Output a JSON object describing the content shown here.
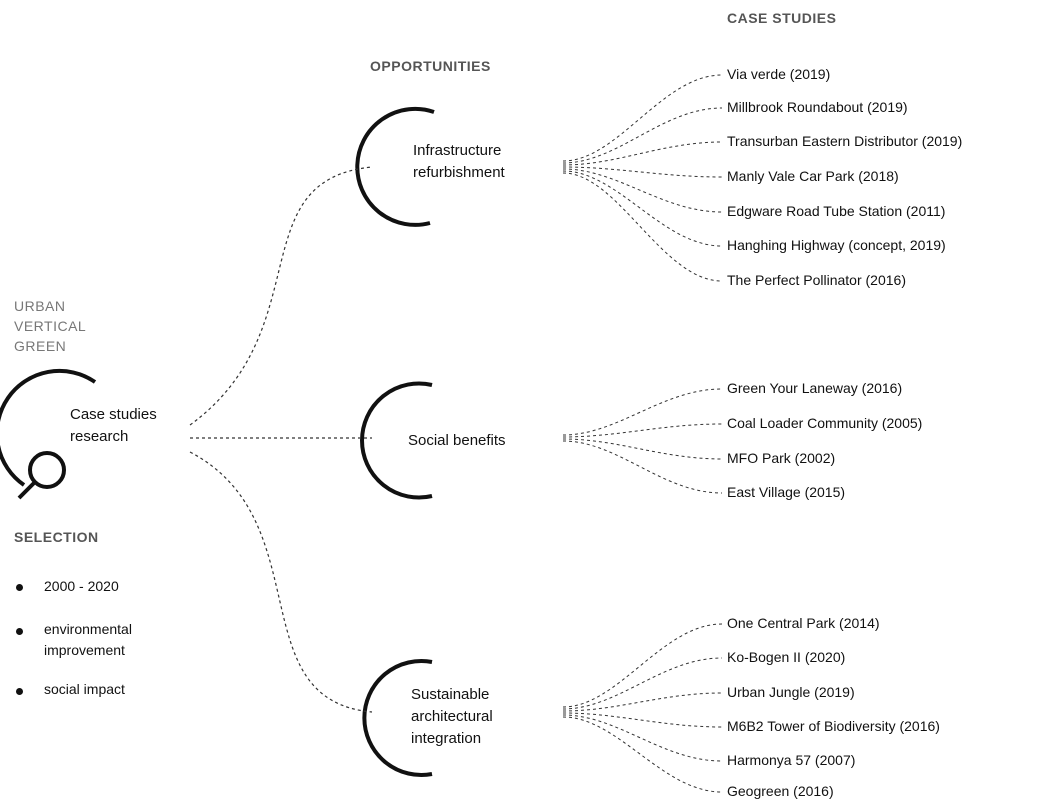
{
  "root": {
    "urban_lines": [
      "URBAN",
      "VERTICAL",
      "GREEN"
    ],
    "lines": [
      "Case studies",
      "research"
    ]
  },
  "headers": {
    "opportunities": "OPPORTUNITIES",
    "case_studies": "CASE STUDIES",
    "selection": "SELECTION"
  },
  "opportunities": [
    {
      "lines": [
        "Infrastructure",
        "refurbishment"
      ],
      "cases": [
        "Via verde (2019)",
        "Millbrook Roundabout (2019)",
        "Transurban Eastern Distributor (2019)",
        "Manly Vale Car Park (2018)",
        "Edgware Road Tube Station (2011)",
        "Hanghing Highway (concept, 2019)",
        "The Perfect Pollinator (2016)"
      ]
    },
    {
      "lines": [
        "Social benefits"
      ],
      "cases": [
        "Green Your Laneway (2016)",
        "Coal Loader Community (2005)",
        "MFO Park (2002)",
        "East Village (2015)"
      ]
    },
    {
      "lines": [
        "Sustainable",
        "architectural",
        "integration"
      ],
      "cases": [
        "One Central Park (2014)",
        "Ko-Bogen II (2020)",
        "Urban Jungle (2019)",
        "M6B2 Tower of Biodiversity (2016)",
        "Harmonya 57 (2007)",
        "Geogreen (2016)"
      ]
    }
  ],
  "selection": [
    [
      "2000 - 2020"
    ],
    [
      "environmental",
      "improvement"
    ],
    [
      "social impact"
    ]
  ]
}
